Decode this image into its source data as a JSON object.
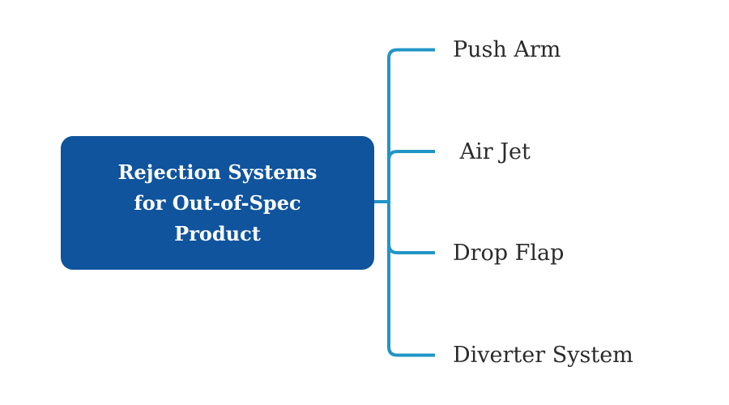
{
  "diagram": {
    "title": "Rejection Systems for Out-of-Spec Product",
    "root": {
      "label": "Rejection Systems for Out-of-Spec Product",
      "lines": [
        "Rejection Systems",
        "for Out-of-Spec",
        "Product"
      ]
    },
    "branches": [
      {
        "label": "Push Arm"
      },
      {
        "label": " Air Jet"
      },
      {
        "label": "Drop Flap"
      },
      {
        "label": "Diverter System"
      }
    ],
    "colors": {
      "background": "#FFFFFF",
      "root_fill": "#0F549D",
      "root_text": "#FFFFFF",
      "connector": "#2195C7",
      "label_text": "#2B2B2B"
    }
  }
}
